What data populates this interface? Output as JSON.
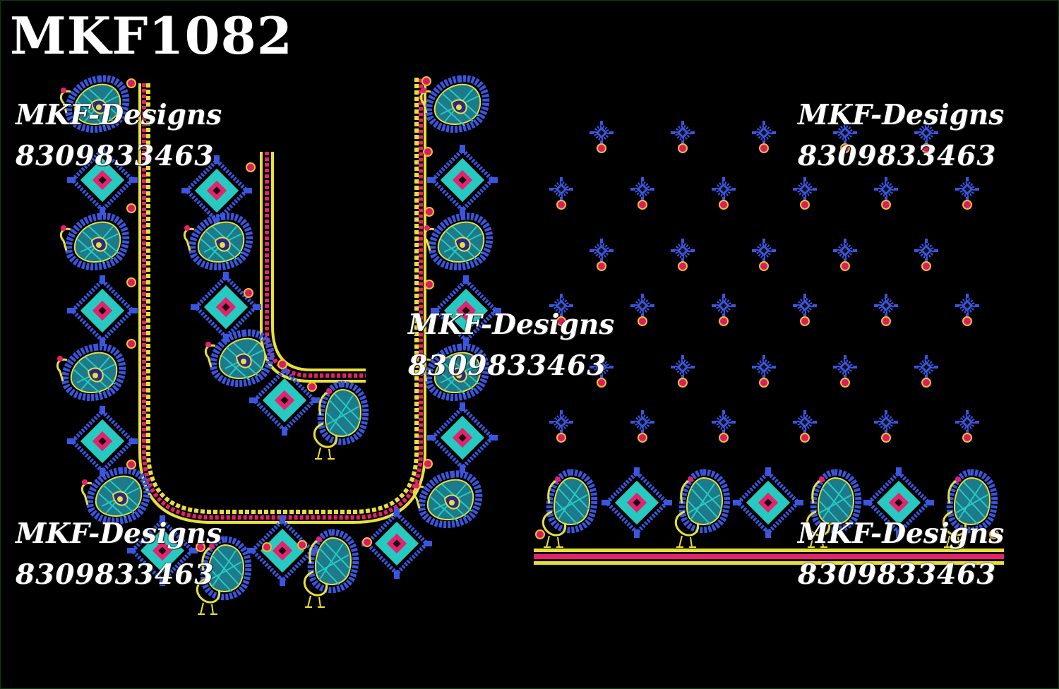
{
  "design_code": "MKF1082",
  "watermarks": [
    {
      "brand": "MKF-Designs",
      "phone": "8309833463"
    },
    {
      "brand": "MKF-Designs",
      "phone": "8309833463"
    },
    {
      "brand": "MKF-Designs",
      "phone": "8309833463"
    },
    {
      "brand": "MKF-Designs",
      "phone": "8309833463"
    },
    {
      "brand": "MKF-Designs",
      "phone": "8309833463"
    }
  ],
  "colors": {
    "background": "#000000",
    "royal_blue": "#3a55e0",
    "cyan": "#27c9c0",
    "magenta": "#e8206e",
    "yellow": "#e6e03a",
    "gold_ring": "#f0c020"
  }
}
